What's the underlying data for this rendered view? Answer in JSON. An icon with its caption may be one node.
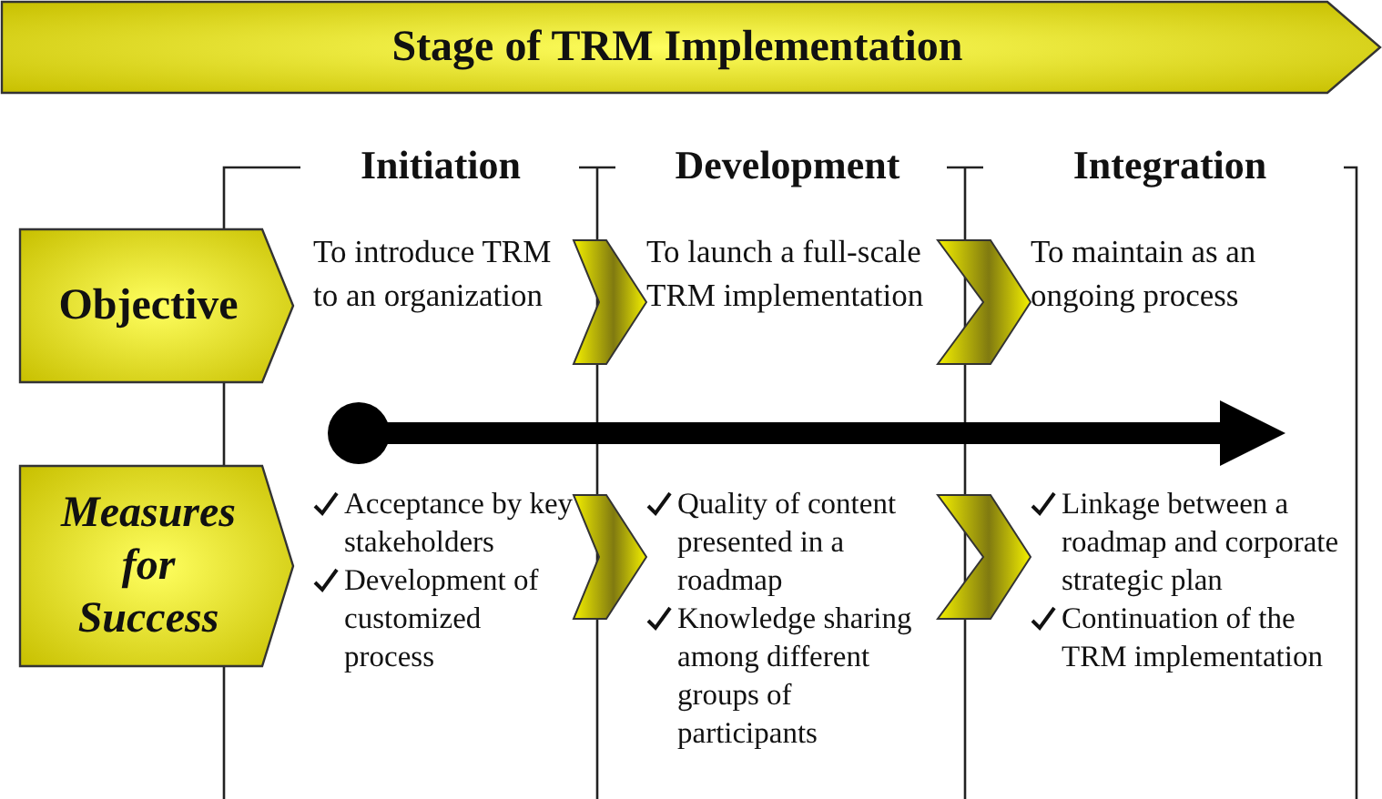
{
  "diagram": {
    "nodes": [
      {
        "text": [
          "Stage of TRM Implementation"
        ]
      },
      {
        "text": [
          "Objective"
        ]
      },
      {
        "text": [
          "Measures for Success"
        ]
      },
      {
        "text": [
          "To introduce TRM to an organization"
        ]
      },
      {
        "text": [
          "To launch a full-scale TRM implementation"
        ]
      },
      {
        "text": [
          "To maintain as an ongoing process"
        ]
      },
      {
        "text": [
          "Acceptance by key stakeholders",
          "Development of customized process"
        ]
      },
      {
        "text": [
          "Quality of content presented in a roadmap",
          "Knowledge sharing among different groups of participants"
        ]
      },
      {
        "text": [
          "Linkage between a roadmap and corporate strategic plan",
          "Continuation of the TRM implementation"
        ]
      }
    ],
    "edges": [
      {
        "from": 3,
        "to": 4,
        "arrow": "to"
      },
      {
        "from": 4,
        "to": 5,
        "arrow": "to"
      },
      {
        "from": 6,
        "to": 7,
        "arrow": "to"
      },
      {
        "from": 7,
        "to": 8,
        "arrow": "to"
      }
    ],
    "labels": [
      "Initiation",
      "Development",
      "Integration"
    ]
  }
}
